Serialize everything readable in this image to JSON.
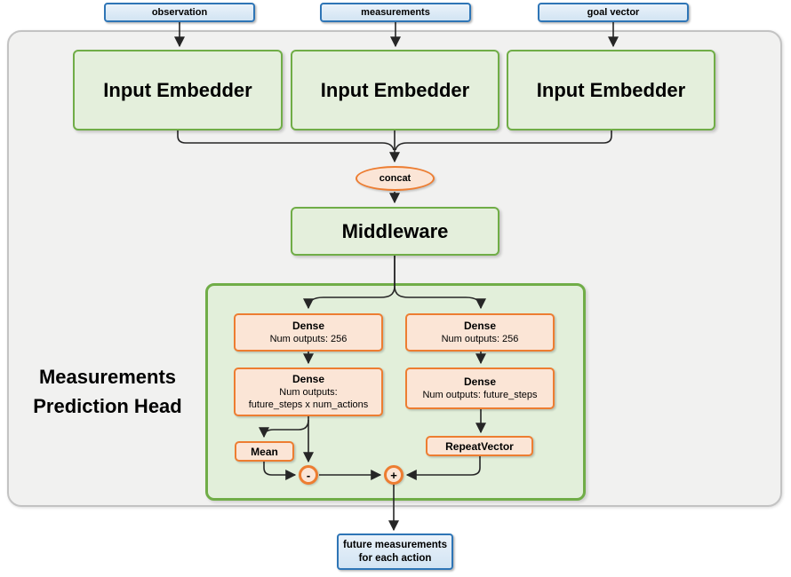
{
  "diagram": {
    "inputs": [
      {
        "label": "observation"
      },
      {
        "label": "measurements"
      },
      {
        "label": "goal vector"
      }
    ],
    "embedders": [
      "Input Embedder",
      "Input Embedder",
      "Input Embedder"
    ],
    "concat_label": "concat",
    "middleware_label": "Middleware",
    "head": {
      "title": [
        "Measurements",
        "Prediction Head"
      ],
      "left_branch": {
        "dense1": [
          "Dense",
          "Num outputs: 256"
        ],
        "dense2": [
          "Dense",
          "Num outputs:",
          "future_steps x num_actions"
        ],
        "mean_label": "Mean",
        "minus_label": "-"
      },
      "right_branch": {
        "dense1": [
          "Dense",
          "Num outputs: 256"
        ],
        "dense2": [
          "Dense",
          "Num outputs: future_steps"
        ],
        "repeat_label": "RepeatVector",
        "plus_label": "+"
      }
    },
    "output": {
      "line1": "future measurements",
      "line2": "for each action"
    },
    "colors": {
      "blue_border": "#2e75b6",
      "blue_fill": "#dbe9f6",
      "green_border": "#70ad47",
      "green_fill": "#e2efda",
      "orange_border": "#ed7d31",
      "orange_fill": "#fbe5d6",
      "gray_fill": "#f1f1f0",
      "gray_border": "#c3c3c3",
      "wire": "#262626"
    }
  }
}
